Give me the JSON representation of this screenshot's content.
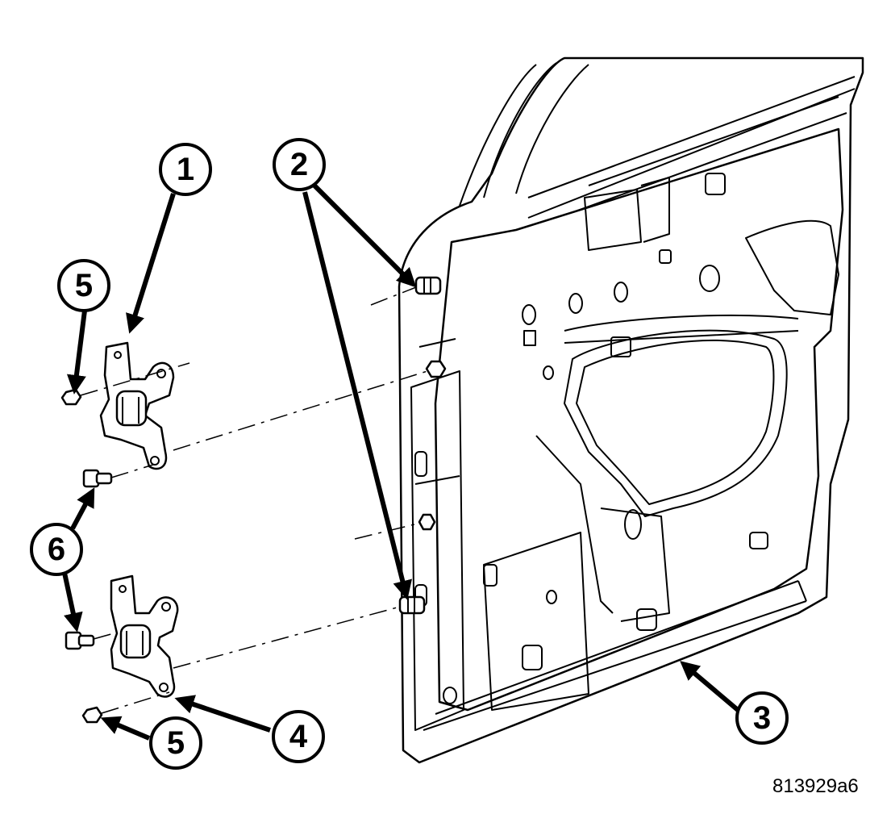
{
  "diagram": {
    "callouts": [
      {
        "id": "c1",
        "label": "1"
      },
      {
        "id": "c2",
        "label": "2"
      },
      {
        "id": "c3",
        "label": "3"
      },
      {
        "id": "c4",
        "label": "4"
      },
      {
        "id": "c5a",
        "label": "5"
      },
      {
        "id": "c5b",
        "label": "5"
      },
      {
        "id": "c6",
        "label": "6"
      }
    ],
    "reference_code": "813929a6"
  }
}
